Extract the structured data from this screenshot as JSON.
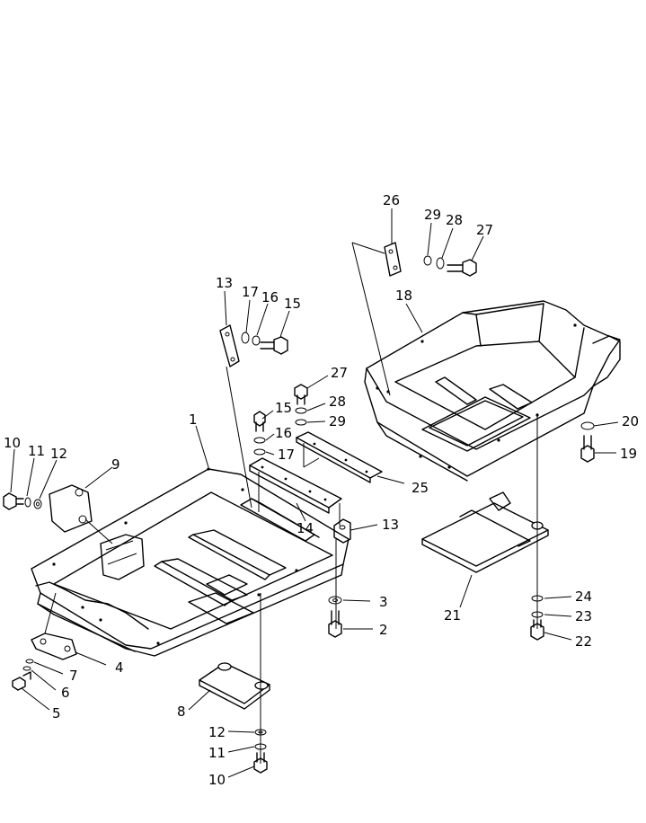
{
  "callouts": {
    "c1": "1",
    "c2": "2",
    "c3": "3",
    "c4": "4",
    "c5": "5",
    "c6": "6",
    "c7": "7",
    "c8": "8",
    "c9": "9",
    "c10a": "10",
    "c10b": "10",
    "c11a": "11",
    "c11b": "11",
    "c12a": "12",
    "c12b": "12",
    "c13a": "13",
    "c13b": "13",
    "c14": "14",
    "c15a": "15",
    "c15b": "15",
    "c16a": "16",
    "c16b": "16",
    "c17a": "17",
    "c17b": "17",
    "c18": "18",
    "c19": "19",
    "c20": "20",
    "c21": "21",
    "c22": "22",
    "c23": "23",
    "c24": "24",
    "c25": "25",
    "c26": "26",
    "c27a": "27",
    "c27b": "27",
    "c28a": "28",
    "c28b": "28",
    "c29a": "29",
    "c29b": "29"
  }
}
